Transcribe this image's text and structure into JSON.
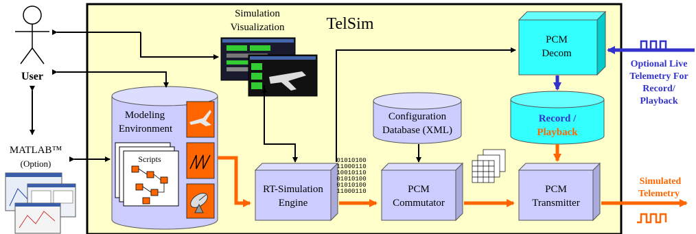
{
  "title": "TelSim",
  "simulation_visualization": {
    "line1": "Simulation",
    "line2": "Visualization"
  },
  "user_label": "User",
  "matlab": {
    "label": "MATLAB™",
    "option": "(Option)"
  },
  "modeling_environment": {
    "line1": "Modeling",
    "line2": "Environment",
    "scripts_label": "Scripts"
  },
  "config_db": {
    "line1": "Configuration",
    "line2": "Database (XML)"
  },
  "rt_engine": {
    "line1": "RT-Simulation",
    "line2": "Engine"
  },
  "pcm_commutator": {
    "line1": "PCM",
    "line2": "Commutator"
  },
  "pcm_transmitter": {
    "line1": "PCM",
    "line2": "Transmitter"
  },
  "pcm_decom": {
    "line1": "PCM",
    "line2": "Decom"
  },
  "record_playback": {
    "line1": "Record /",
    "line2": "Playback"
  },
  "optional_live": {
    "line1": "Optional Live",
    "line2": "Telemetry For",
    "line3": "Record/",
    "line4": "Playback"
  },
  "simulated_telemetry": {
    "line1": "Simulated",
    "line2": "Telemetry"
  },
  "binary_bits": [
    "01010100",
    "11000110",
    "10010110",
    "01010100",
    "01010100",
    "11000110"
  ],
  "colors": {
    "telsim_panel": "#ffffcc",
    "box_lavender": "#ccccff",
    "box_cyan": "#33ffff",
    "orange_flow": "#ff6600",
    "blue_flow": "#3333cc",
    "icon_orange": "#ff6600"
  }
}
